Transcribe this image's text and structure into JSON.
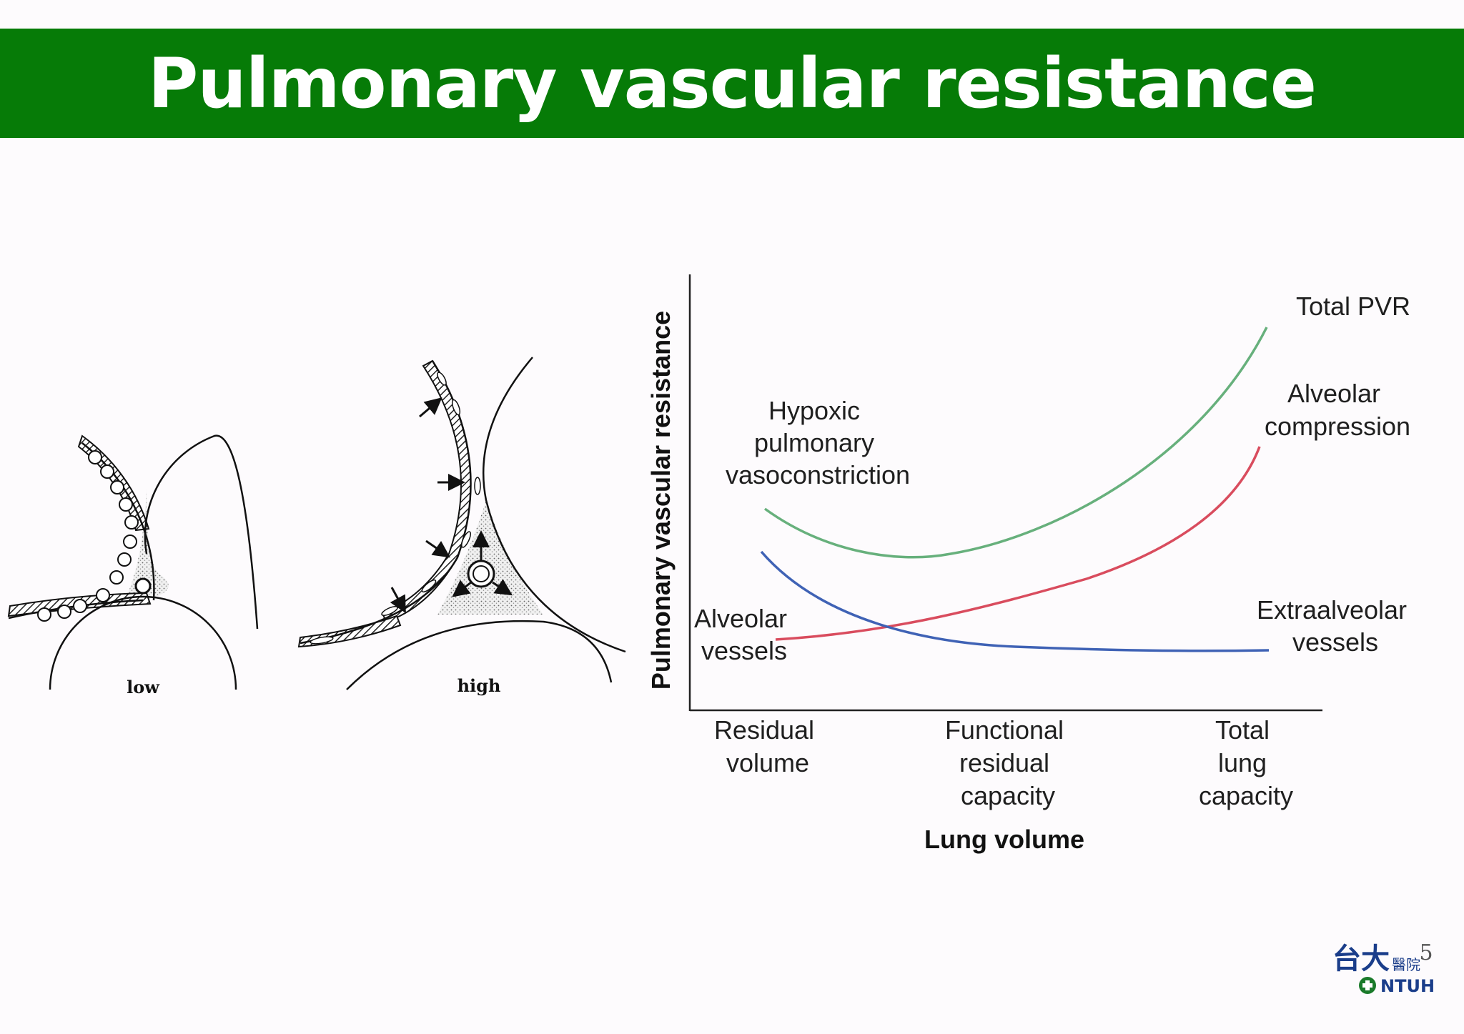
{
  "title": "Pulmonary vascular resistance",
  "diagram_labels": {
    "low": "low",
    "high": "high"
  },
  "chart_data": {
    "type": "line",
    "ylabel": "Pulmonary vascular resistance",
    "xlabel": "Lung volume",
    "x_categories": [
      {
        "lines": [
          "Residual",
          "volume"
        ]
      },
      {
        "lines": [
          "Functional",
          "residual",
          "capacity"
        ]
      },
      {
        "lines": [
          "Total",
          "lung",
          "capacity"
        ]
      }
    ],
    "series": [
      {
        "name": "Total PVR",
        "color": "#67b07c"
      },
      {
        "name": "Alveolar compression",
        "color": "#d94c5e"
      },
      {
        "name": "Extraalveolar vessels",
        "color": "#3f62b5"
      }
    ],
    "annotations": {
      "total_pvr": [
        "Total PVR"
      ],
      "alveolar_compression": [
        "Alveolar",
        "compression"
      ],
      "hypoxic": [
        "Hypoxic",
        "pulmonary",
        "vasoconstriction"
      ],
      "alveolar_vessels": [
        "Alveolar",
        "vessels"
      ],
      "extraalveolar": [
        "Extraalveolar",
        "vessels"
      ]
    }
  },
  "page_number": "5",
  "logo": {
    "hanzi": "台大",
    "sub": "醫院",
    "en": "NTUH",
    "icon": "plus-circle-icon"
  }
}
